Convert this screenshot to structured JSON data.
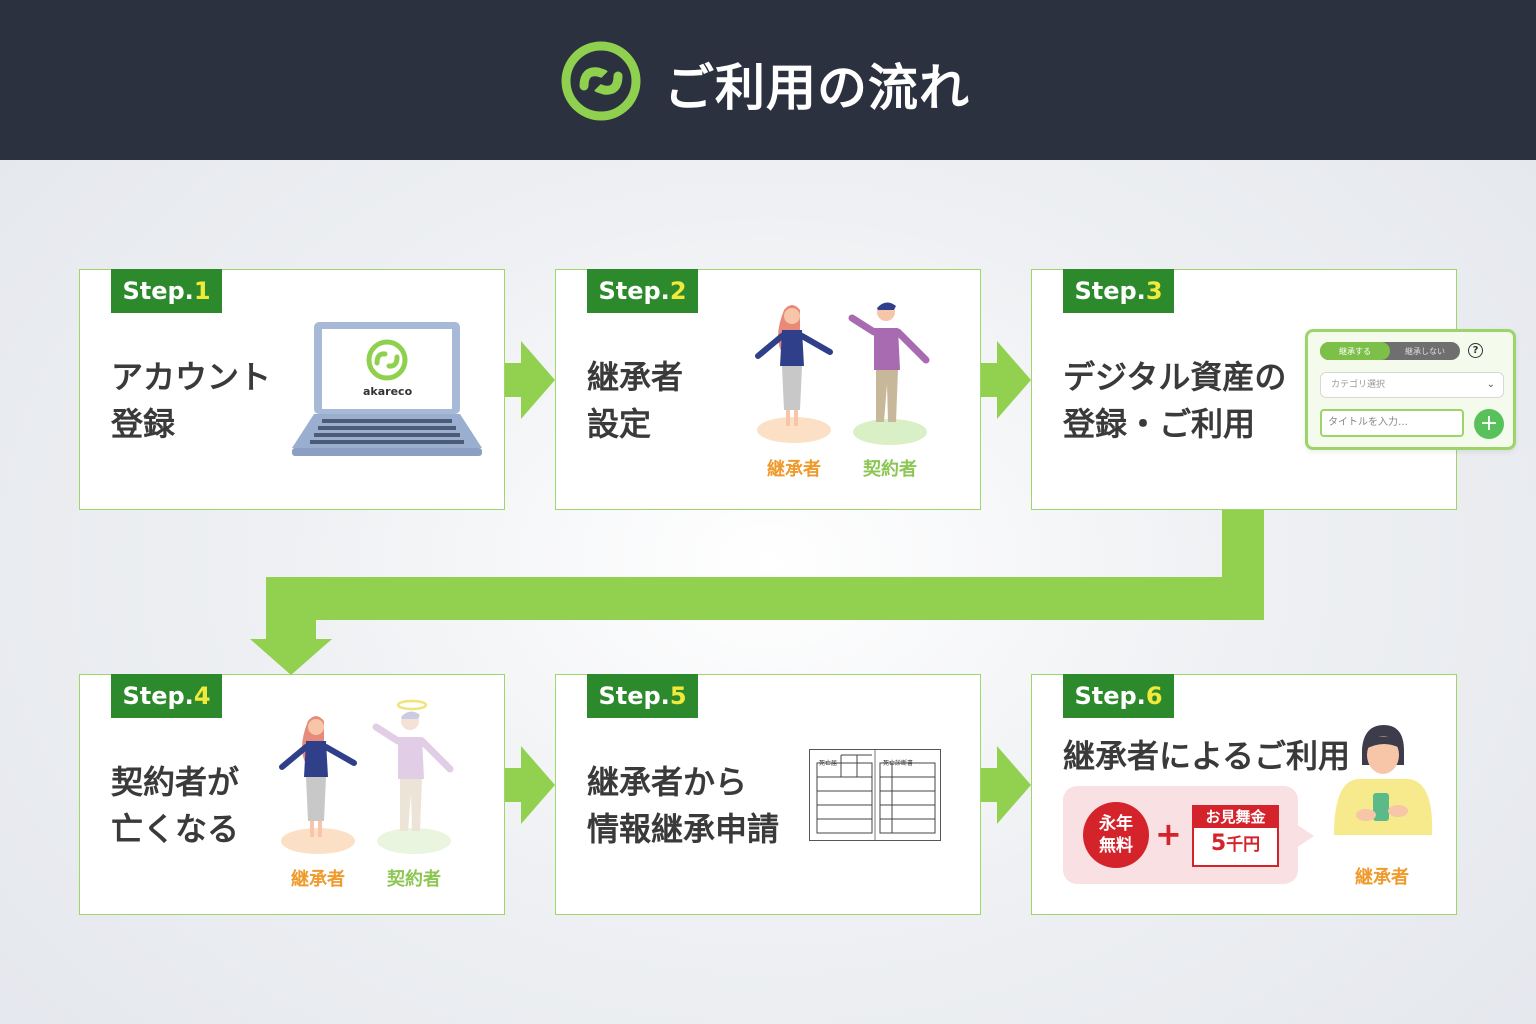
{
  "header": {
    "title": "ご利用の流れ"
  },
  "colors": {
    "header_bg": "#2c3140",
    "accent_green": "#92d050",
    "step_tag_green": "#2d8a2c",
    "step_number_yellow": "#f2ea3b",
    "heir_orange": "#ef9a2c",
    "contractor_green": "#8cc653",
    "red": "#d5232b"
  },
  "steps": [
    {
      "prefix": "Step.",
      "number": "1",
      "title_line1": "アカウント",
      "title_line2": "登録",
      "laptop_brand": "akareco"
    },
    {
      "prefix": "Step.",
      "number": "2",
      "title_line1": "継承者",
      "title_line2": "設定",
      "label_heir": "継承者",
      "label_contractor": "契約者"
    },
    {
      "prefix": "Step.",
      "number": "3",
      "title_line1": "デジタル資産の",
      "title_line2": "登録・ご利用",
      "ui": {
        "toggle_on": "継承する",
        "toggle_off": "継承しない",
        "help": "?",
        "select_placeholder": "カテゴリ選択",
        "title_placeholder": "タイトルを入力…",
        "add": "+"
      }
    },
    {
      "prefix": "Step.",
      "number": "4",
      "title_line1": "契約者が",
      "title_line2": "亡くなる",
      "label_heir": "継承者",
      "label_contractor": "契約者"
    },
    {
      "prefix": "Step.",
      "number": "5",
      "title_line1": "継承者から",
      "title_line2": "情報継承申請",
      "doc_left": "死亡届",
      "doc_right": "死亡診断書"
    },
    {
      "prefix": "Step.",
      "number": "6",
      "title_line1": "継承者によるご利用",
      "free_line1": "永年",
      "free_line2": "無料",
      "plus": "+",
      "gift_title": "お見舞金",
      "gift_amount": "5",
      "gift_unit": "千円",
      "label_heir": "継承者"
    }
  ]
}
